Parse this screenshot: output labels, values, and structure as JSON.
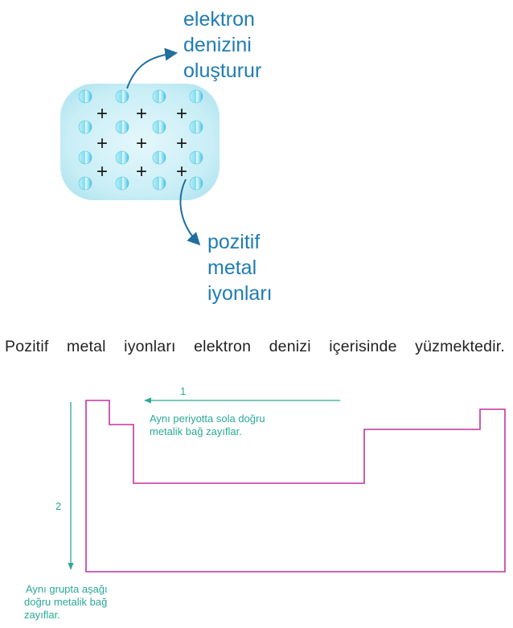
{
  "figure1": {
    "top_label": [
      "elektron",
      "denizini",
      "oluşturur"
    ],
    "bottom_label": [
      "pozitif",
      "metal",
      "iyonları"
    ],
    "ion_symbol": "+",
    "caption": "Pozitif metal iyonları elektron denizi içerisinde yüzmektedir."
  },
  "figure2": {
    "arrow1_number": "1",
    "arrow1_text": [
      "Aynı periyotta sola doğru",
      "metalik bağ zayıflar."
    ],
    "arrow2_number": "2",
    "arrow2_text": [
      "Aynı grupta aşağı",
      "doğru metalik bağ",
      "zayıflar."
    ]
  },
  "colors": {
    "label_blue": "#1f7db1",
    "electron_cyan": "#5fd0e8",
    "sea_fill": "#c8eef5",
    "outline_magenta": "#c2329f",
    "arrow_teal": "#2aa995"
  }
}
